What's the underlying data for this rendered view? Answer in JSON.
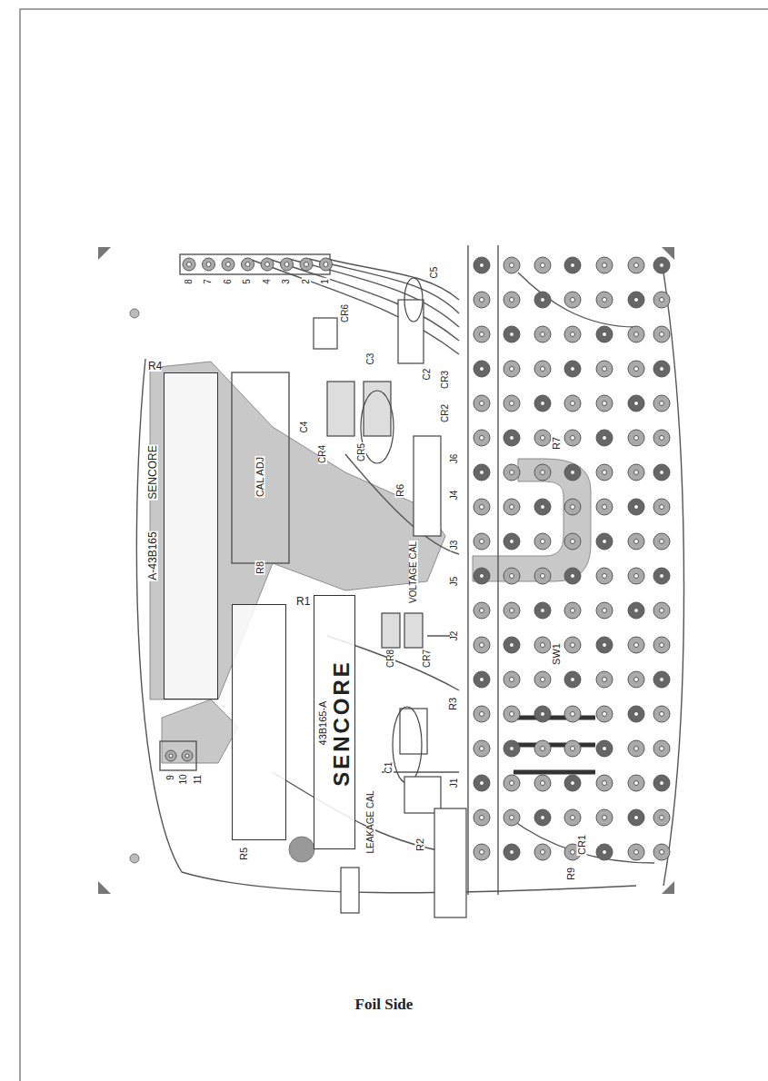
{
  "diagram": {
    "caption": "Foil Side",
    "nodes": [
      {
        "text": [
          "R4"
        ]
      },
      {
        "text": [
          "R1"
        ]
      },
      {
        "text": [
          "SENCORE",
          "43B165-A"
        ]
      }
    ],
    "labels": [
      "A-43B165",
      "SENCORE",
      "8",
      "7",
      "6",
      "5",
      "4",
      "3",
      "2",
      "1",
      "9",
      "10",
      "11",
      "R5",
      "R2",
      "R3",
      "R6",
      "R7",
      "R8",
      "R9",
      "CR1",
      "CR2",
      "CR3",
      "CR4",
      "CR5",
      "CR6",
      "CR7",
      "CR8",
      "C1",
      "C2",
      "C3",
      "C4",
      "C5",
      "LEAKAGE CAL",
      "VOLTAGE CAL",
      "CAL ADJ",
      "SW1",
      "J1",
      "J2",
      "J3",
      "J4",
      "J5",
      "J6"
    ]
  }
}
